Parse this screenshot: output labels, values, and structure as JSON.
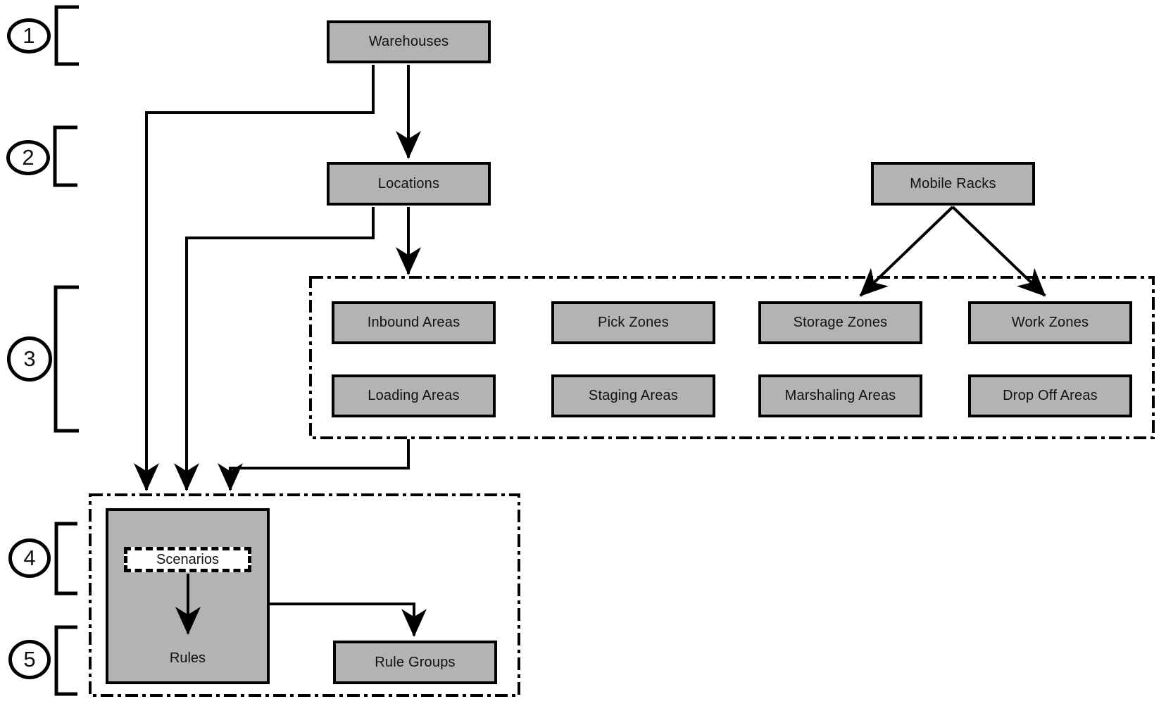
{
  "colors": {
    "node_fill": "#b3b3b3",
    "node_border": "#000000",
    "line": "#000000",
    "text": "#111111",
    "background": "#ffffff",
    "scenarios_fill": "#ffffff"
  },
  "levels": [
    {
      "label": "1"
    },
    {
      "label": "2"
    },
    {
      "label": "3"
    },
    {
      "label": "4"
    },
    {
      "label": "5"
    }
  ],
  "nodes": {
    "warehouses": "Warehouses",
    "locations": "Locations",
    "mobile_racks": "Mobile Racks",
    "inbound_areas": "Inbound Areas",
    "pick_zones": "Pick Zones",
    "storage_zones": "Storage Zones",
    "work_zones": "Work Zones",
    "loading_areas": "Loading Areas",
    "staging_areas": "Staging Areas",
    "marshaling_areas": "Marshaling Areas",
    "drop_off_areas": "Drop Off Areas",
    "scenarios": "Scenarios",
    "rules": "Rules",
    "rule_groups": "Rule Groups"
  },
  "edges": [
    {
      "from": "warehouses",
      "to": "locations"
    },
    {
      "from": "warehouses",
      "to": "scenarios-container"
    },
    {
      "from": "locations",
      "to": "areas-container"
    },
    {
      "from": "locations",
      "to": "scenarios-container"
    },
    {
      "from": "areas-container",
      "to": "scenarios-container"
    },
    {
      "from": "mobile-racks",
      "to": "storage-zones"
    },
    {
      "from": "mobile-racks",
      "to": "work-zones"
    },
    {
      "from": "scenarios",
      "to": "rules"
    },
    {
      "from": "scenarios",
      "to": "rule-groups"
    }
  ]
}
